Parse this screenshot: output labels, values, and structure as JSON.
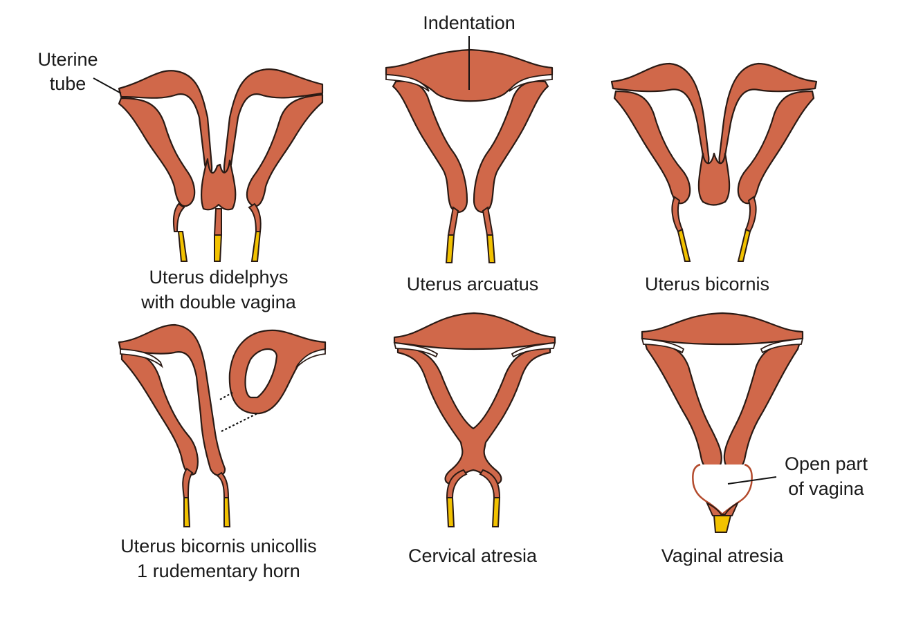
{
  "labels": {
    "uterine_tube_1": "Uterine",
    "uterine_tube_2": "tube",
    "indentation": "Indentation",
    "open_part_1": "Open part",
    "open_part_2": "of vagina"
  },
  "panels": [
    {
      "caption_1": "Uterus didelphys",
      "caption_2": "with double vagina"
    },
    {
      "caption_1": "Uterus arcuatus",
      "caption_2": ""
    },
    {
      "caption_1": "Uterus bicornis",
      "caption_2": ""
    },
    {
      "caption_1": "Uterus bicornis unicollis",
      "caption_2": "1 rudementary horn"
    },
    {
      "caption_1": "Cervical atresia",
      "caption_2": ""
    },
    {
      "caption_1": "Vaginal atresia",
      "caption_2": ""
    }
  ],
  "colors": {
    "uterine_wall": "#d0684a",
    "vagina_lower": "#f2c200",
    "outline": "#2a1a14"
  }
}
